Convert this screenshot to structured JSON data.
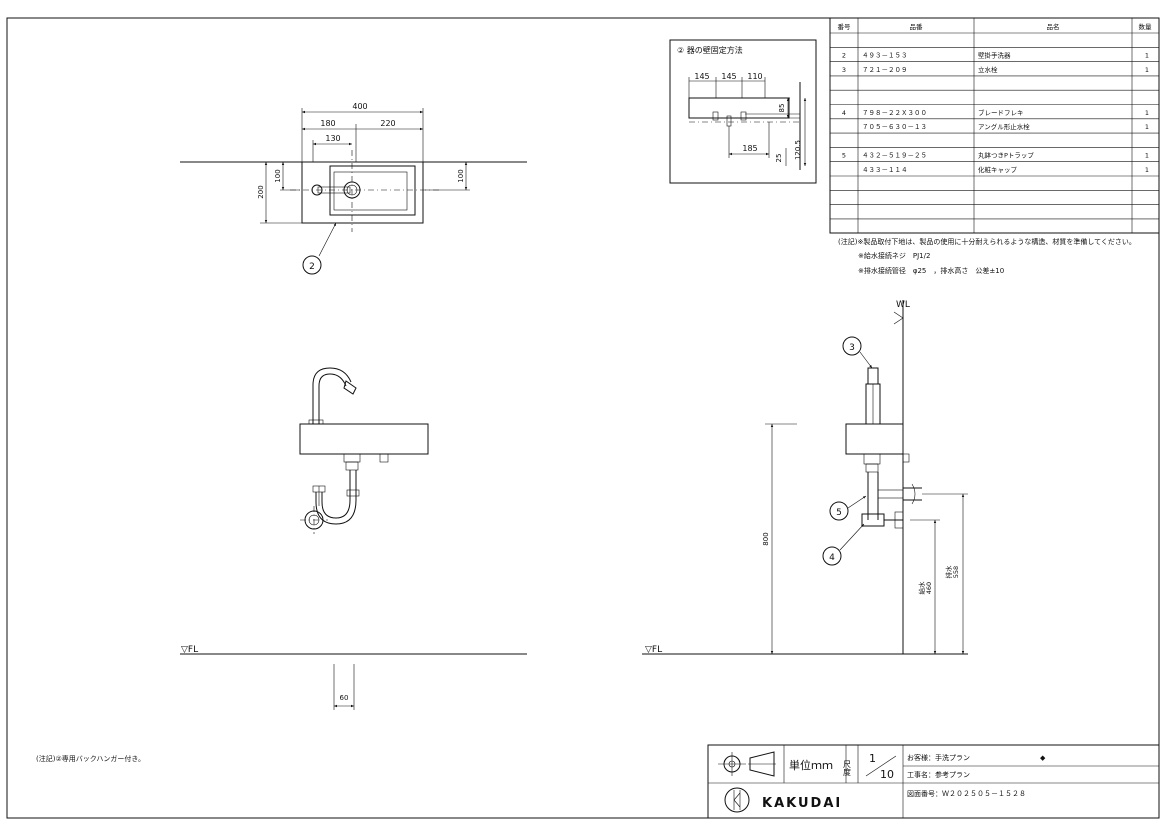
{
  "parts_table": {
    "headers": [
      "番号",
      "品番",
      "品名",
      "数量"
    ],
    "rows": [
      {
        "no": "",
        "code": "",
        "name": "",
        "qty": ""
      },
      {
        "no": "2",
        "code": "４９３－１５３",
        "name": "壁掛手洗器",
        "qty": "1"
      },
      {
        "no": "3",
        "code": "７２１－２０９",
        "name": "立水栓",
        "qty": "1"
      },
      {
        "no": "",
        "code": "",
        "name": "",
        "qty": ""
      },
      {
        "no": "",
        "code": "",
        "name": "",
        "qty": ""
      },
      {
        "no": "4",
        "code": "７９８－２２Ｘ３００",
        "name": "ブレードフレキ",
        "qty": "1"
      },
      {
        "no": "",
        "code": "７０５－６３０－１３",
        "name": "アングル形止水栓",
        "qty": "1"
      },
      {
        "no": "",
        "code": "",
        "name": "",
        "qty": ""
      },
      {
        "no": "5",
        "code": "４３２－５１９－２５",
        "name": "丸鉢つきPトラップ",
        "qty": "1"
      },
      {
        "no": "",
        "code": "４３３－１１４",
        "name": "化粧キャップ",
        "qty": "1"
      },
      {
        "no": "",
        "code": "",
        "name": "",
        "qty": ""
      },
      {
        "no": "",
        "code": "",
        "name": "",
        "qty": ""
      },
      {
        "no": "",
        "code": "",
        "name": "",
        "qty": ""
      },
      {
        "no": "",
        "code": "",
        "name": "",
        "qty": ""
      }
    ]
  },
  "notes": {
    "line1": "(注記)※製品取付下地は、製品の使用に十分耐えられるような構造、材質を準備してください。",
    "line2": "※給水接続ネジ　PJ1/2",
    "line3": "※排水接続管径　φ25　，排水高さ　公差±10",
    "bottom_left": "(注記)②専用バックハンガー付き。"
  },
  "inset": {
    "title": "② 器の壁固定方法",
    "dims": {
      "d145a": "145",
      "d145b": "145",
      "d110": "110",
      "d85": "85",
      "d185": "185",
      "d25": "25",
      "d120_5": "120.5"
    }
  },
  "plan_view": {
    "dims": {
      "d400": "400",
      "d180": "180",
      "d220": "220",
      "d130": "130",
      "d200": "200",
      "d100a": "100",
      "d100b": "100"
    },
    "balloon": "2"
  },
  "front_view": {
    "fl_label": "▽FL",
    "d60": "60"
  },
  "side_view": {
    "wl_label": "WL",
    "fl_label": "▽FL",
    "d800": "800",
    "supply_label": "給水",
    "supply_value": "460",
    "drain_label": "排水",
    "drain_value": "558",
    "balloons": {
      "b3": "3",
      "b5": "5",
      "b4": "4"
    }
  },
  "title_block": {
    "unit_label": "単位ｍｍ",
    "scale_label": "尺度",
    "scale_num": "1",
    "scale_den": "10",
    "customer": "お客様：手洗プラン",
    "project": "工事名：参考プラン",
    "drawing_no": "図面番号：Ｗ２０２５０５－１５２８",
    "brand": "KAKUDAI",
    "mark": "◆"
  }
}
